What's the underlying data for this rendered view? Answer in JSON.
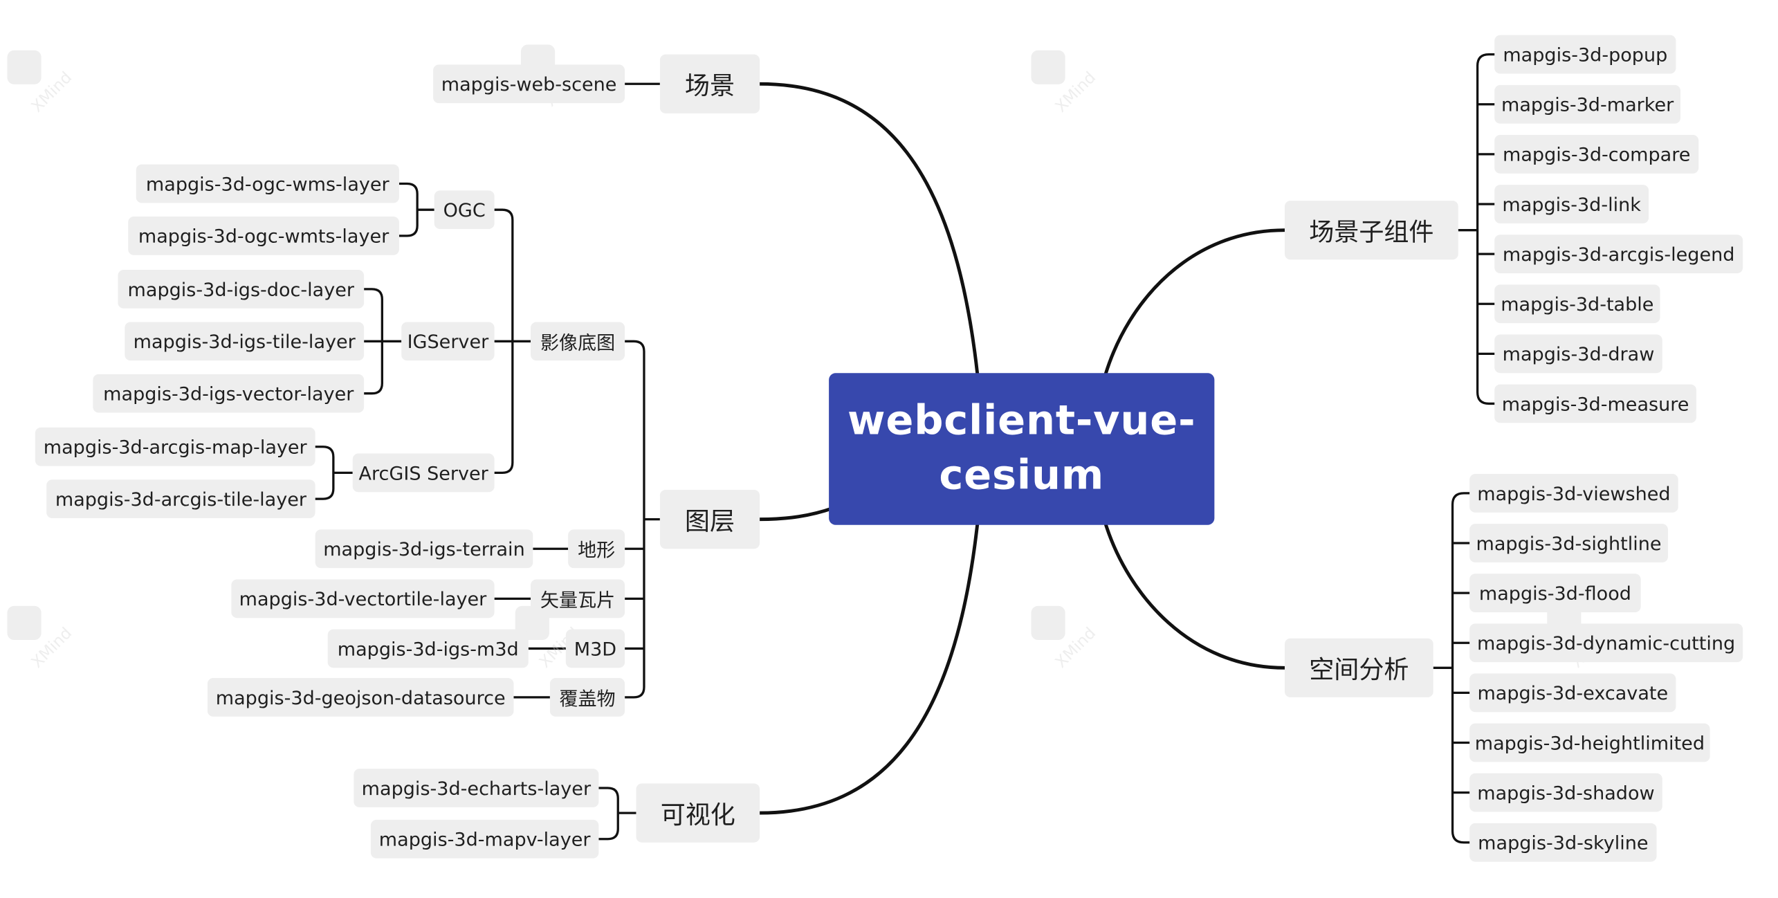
{
  "root": {
    "label": "webclient-vue-cesium"
  },
  "colors": {
    "root_fill": "#3748ad",
    "node_fill": "#eeeeee",
    "line": "#111111",
    "text": "#1f1f1f"
  },
  "branches": {
    "scene": {
      "label": "场景",
      "children": [
        "mapgis-web-scene"
      ]
    },
    "layers": {
      "label": "图层",
      "imagery": {
        "label": "影像底图",
        "ogc": {
          "label": "OGC",
          "children": [
            "mapgis-3d-ogc-wms-layer",
            "mapgis-3d-ogc-wmts-layer"
          ]
        },
        "igserver": {
          "label": "IGServer",
          "children": [
            "mapgis-3d-igs-doc-layer",
            "mapgis-3d-igs-tile-layer",
            "mapgis-3d-igs-vector-layer"
          ]
        },
        "arcgis": {
          "label": "ArcGIS Server",
          "children": [
            "mapgis-3d-arcgis-map-layer",
            "mapgis-3d-arcgis-tile-layer"
          ]
        }
      },
      "terrain": {
        "label": "地形",
        "children": [
          "mapgis-3d-igs-terrain"
        ]
      },
      "vectortile": {
        "label": "矢量瓦片",
        "children": [
          "mapgis-3d-vectortile-layer"
        ]
      },
      "m3d": {
        "label": "M3D",
        "children": [
          "mapgis-3d-igs-m3d"
        ]
      },
      "overlay": {
        "label": "覆盖物",
        "children": [
          "mapgis-3d-geojson-datasource"
        ]
      }
    },
    "visualization": {
      "label": "可视化",
      "children": [
        "mapgis-3d-echarts-layer",
        "mapgis-3d-mapv-layer"
      ]
    },
    "scene_components": {
      "label": "场景子组件",
      "children": [
        "mapgis-3d-popup",
        "mapgis-3d-marker",
        "mapgis-3d-compare",
        "mapgis-3d-link",
        "mapgis-3d-arcgis-legend",
        "mapgis-3d-table",
        "mapgis-3d-draw",
        "mapgis-3d-measure"
      ]
    },
    "spatial_analysis": {
      "label": "空间分析",
      "children": [
        "mapgis-3d-viewshed",
        "mapgis-3d-sightline",
        "mapgis-3d-flood",
        "mapgis-3d-dynamic-cutting",
        "mapgis-3d-excavate",
        "mapgis-3d-heightlimited",
        "mapgis-3d-shadow",
        "mapgis-3d-skyline"
      ]
    }
  },
  "watermark": {
    "text": "XMind"
  }
}
